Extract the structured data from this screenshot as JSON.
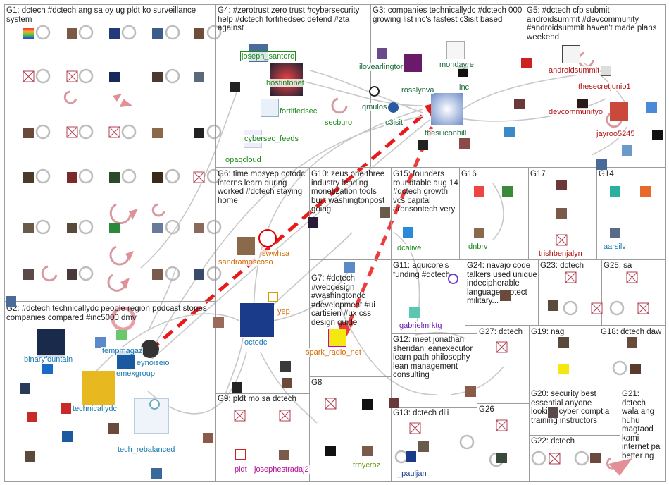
{
  "groups": [
    {
      "id": "G1",
      "title": "G1: dctech #dctech ang sa oy ug pldt ko surveillance system"
    },
    {
      "id": "G2",
      "title": "G2: #dctech technicallydc people region podcast stories companies compared #inc5000 dmv"
    },
    {
      "id": "G3",
      "title": "G3: companies technicallydc #dctech 000 growing list inc's fastest c3isit based"
    },
    {
      "id": "G4",
      "title": "G4: #zerotrust zero trust #cybersecurity help #dctech fortifiedsec defend #zta against"
    },
    {
      "id": "G5",
      "title": "G5: #dctech cfp submit androidsummit #devcommunity #androidsummit haven't made plans weekend"
    },
    {
      "id": "G6",
      "title": "G6: time mbsyep octodc interns learn during worked #dctech staying home"
    },
    {
      "id": "G7",
      "title": "G7: #dctech #webdesign #washingtondc #development #ui cartisien #ux css design guide"
    },
    {
      "id": "G8",
      "title": "G8"
    },
    {
      "id": "G9",
      "title": "G9: pldt mo sa dctech"
    },
    {
      "id": "G10",
      "title": "G10: zeus one three industry leading monetization tools built washingtonpost going"
    },
    {
      "id": "G11",
      "title": "G11: aquicore's funding #dctech"
    },
    {
      "id": "G12",
      "title": "G12: meet jonathan sheridan leanexecutor learn path philosophy lean management consulting"
    },
    {
      "id": "G13",
      "title": "G13: dctech dili"
    },
    {
      "id": "G14",
      "title": "G14"
    },
    {
      "id": "G15",
      "title": "G15: founders roundtable aug 14 #dctech growth vcs capital aronsontech very"
    },
    {
      "id": "G16",
      "title": "G16"
    },
    {
      "id": "G17",
      "title": "G17"
    },
    {
      "id": "G18",
      "title": "G18: dctech daw"
    },
    {
      "id": "G19",
      "title": "G19: nag"
    },
    {
      "id": "G20",
      "title": "G20: security best essential anyone looking cyber comptia training instructors"
    },
    {
      "id": "G21",
      "title": "G21: dctech wala ang huhu magtaod kami internet pa better ng"
    },
    {
      "id": "G22",
      "title": "G22: dctech"
    },
    {
      "id": "G23",
      "title": "G23: dctech"
    },
    {
      "id": "G24",
      "title": "G24: navajo code talkers used unique indecipherable language protect military..."
    },
    {
      "id": "G25",
      "title": "G25: sa"
    },
    {
      "id": "G26",
      "title": "G26"
    },
    {
      "id": "G27",
      "title": "G27: dctech"
    }
  ],
  "nodes": [
    {
      "id": "joseph_santoro",
      "label": "joseph_santoro",
      "color": "#1a8a1a"
    },
    {
      "id": "hostinfonet",
      "label": "hostinfonet",
      "color": "#1a8a1a"
    },
    {
      "id": "fortifiedsec",
      "label": "fortifiedsec",
      "color": "#1a8a1a"
    },
    {
      "id": "secburo",
      "label": "secburo",
      "color": "#1a8a1a"
    },
    {
      "id": "cybersec_feeds",
      "label": "cybersec_feeds",
      "color": "#1a8a1a"
    },
    {
      "id": "opaqcloud",
      "label": "opaqcloud",
      "color": "#1a8a1a"
    },
    {
      "id": "ilovearlington",
      "label": "ilovearlingtor",
      "color": "#1a6a3a"
    },
    {
      "id": "rosslynva",
      "label": "rosslynva",
      "color": "#1a6a3a"
    },
    {
      "id": "mondayre",
      "label": "mondayre",
      "color": "#1a6a3a"
    },
    {
      "id": "inc",
      "label": "inc",
      "color": "#1a6a3a"
    },
    {
      "id": "qmulos",
      "label": "qmulos",
      "color": "#1a6a3a"
    },
    {
      "id": "c3isit",
      "label": "c3isit",
      "color": "#1a6a3a"
    },
    {
      "id": "thesiliconhill",
      "label": "thesiliconhill",
      "color": "#1a6a3a"
    },
    {
      "id": "androidsummit",
      "label": "androidsummit",
      "color": "#b01010"
    },
    {
      "id": "thesecretjunio1",
      "label": "thesecretjunio1",
      "color": "#b01010"
    },
    {
      "id": "devcommunityo",
      "label": "devcommunityo",
      "color": "#b01010"
    },
    {
      "id": "jayroo5245",
      "label": "jayroo5245",
      "color": "#b01010"
    },
    {
      "id": "swwhsa",
      "label": "swwhsa",
      "color": "#d06a00"
    },
    {
      "id": "sandramoscoso",
      "label": "sandramoscoso",
      "color": "#d06a00"
    },
    {
      "id": "octodc",
      "label": "octodc",
      "color": "#1a7ab0"
    },
    {
      "id": "yep",
      "label": "yep",
      "color": "#d06a00"
    },
    {
      "id": "spark_radio_net",
      "label": "spark_radio_net",
      "color": "#d06a00"
    },
    {
      "id": "dcalive",
      "label": "dcalive",
      "color": "#1a8a1a"
    },
    {
      "id": "dnbrv",
      "label": "dnbrv",
      "color": "#1a8a1a"
    },
    {
      "id": "trishbenjalyn",
      "label": "trishbenjalyn",
      "color": "#b01010"
    },
    {
      "id": "aarsilv",
      "label": "aarsilv",
      "color": "#1a7ab0"
    },
    {
      "id": "gabrielmrktg",
      "label": "gabrielmrktg",
      "color": "#6a1ab0"
    },
    {
      "id": "pldt",
      "label": "pldt",
      "color": "#b01090"
    },
    {
      "id": "josephestradaj2",
      "label": "josephestradaj2",
      "color": "#b01090"
    },
    {
      "id": "troycroz",
      "label": "troycroz",
      "color": "#6a9a10"
    },
    {
      "id": "_pauljan",
      "label": "_pauljan",
      "color": "#1a3a8a"
    },
    {
      "id": "binaryfountain",
      "label": "binaryfountain",
      "color": "#1a7ab0"
    },
    {
      "id": "tempmagaz",
      "label": "tempmagaz",
      "color": "#1a7ab0"
    },
    {
      "id": "eynoiseio",
      "label": "eynoiseio",
      "color": "#1a7ab0"
    },
    {
      "id": "emexgroup",
      "label": "emexgroup",
      "color": "#1a7ab0"
    },
    {
      "id": "technicallydc",
      "label": "technicallydc",
      "color": "#1a7ab0"
    },
    {
      "id": "tech_rebalanced",
      "label": "tech_rebalanced",
      "color": "#1a7ab0"
    }
  ]
}
